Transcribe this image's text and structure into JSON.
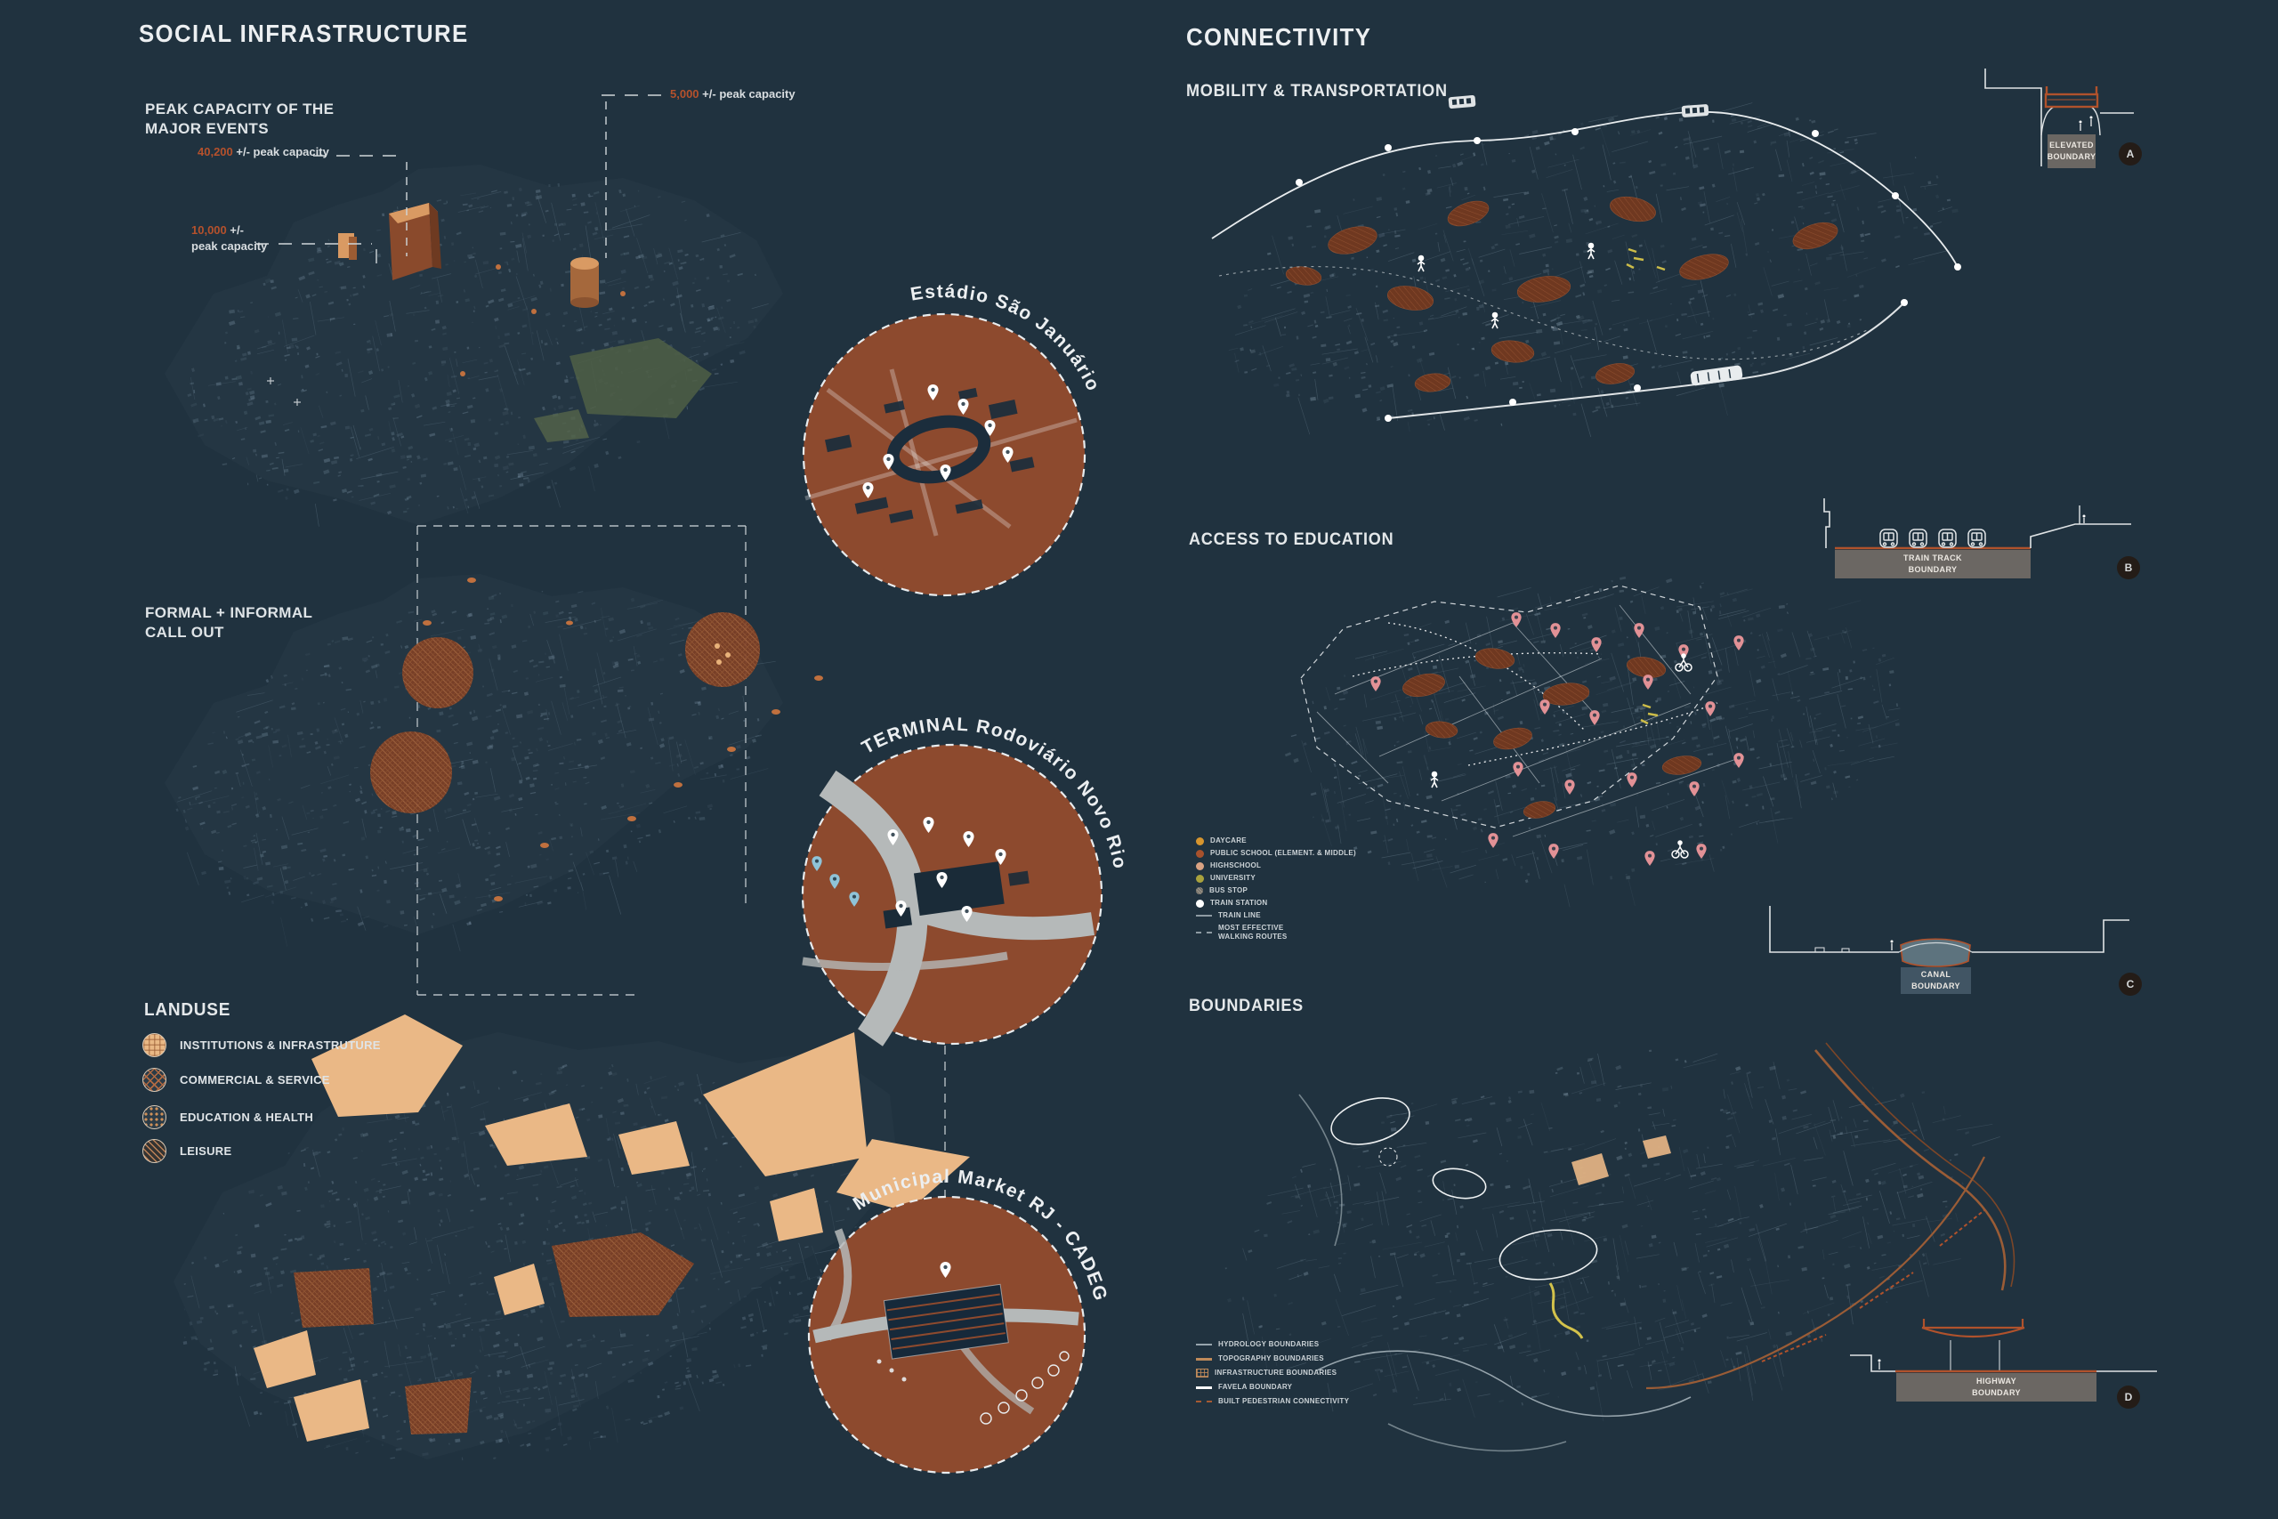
{
  "colors": {
    "background": "#20323f",
    "text": "#e6eaec",
    "accent_orange": "#b5512c",
    "callout_circle_fill": "#8d4a2e",
    "tan_landuse": "#eab886",
    "section_box_gray": "#6b6763",
    "section_box_slate": "#415564",
    "badge_background": "#241c17",
    "map_line": "#5d7484"
  },
  "social": {
    "title": "SOCIAL INFRASTRUCTURE",
    "peak_label": "PEAK CAPACITY OF THE\nMAJOR EVENTS",
    "annotations": [
      {
        "value": "40,200",
        "rest": "+/- peak capacity"
      },
      {
        "value": "10,000",
        "rest": "+/-",
        "rest2": "peak capacity"
      },
      {
        "value": "5,000",
        "rest": "+/- peak capacity"
      }
    ],
    "formal_label": "FORMAL + INFORMAL\nCALL OUT",
    "callouts": [
      {
        "title": "Estádio São Januário"
      },
      {
        "title": "TERMINAL Rodoviário Novo Rio"
      },
      {
        "title": "Municipal Market RJ - CADEG"
      }
    ],
    "landuse": {
      "title": "LANDUSE",
      "items": [
        {
          "label": "INSTITUTIONS & INFRASTRUTURE",
          "swatch": "grid-tan"
        },
        {
          "label": "COMMERCIAL & SERVICE",
          "swatch": "crosshatch"
        },
        {
          "label": "EDUCATION & HEALTH",
          "swatch": "dots"
        },
        {
          "label": "LEISURE",
          "swatch": "diagonal"
        }
      ]
    }
  },
  "connectivity": {
    "title": "CONNECTIVITY",
    "mobility_heading": "MOBILITY & TRANSPORTATION",
    "education_heading": "ACCESS TO EDUCATION",
    "boundaries_heading": "BOUNDARIES",
    "education_legend": [
      {
        "label": "DAYCARE",
        "swatch": "#d6952e"
      },
      {
        "label": "PUBLIC SCHOOL (ELEMENT. & MIDDLE)",
        "swatch": "#a8512c"
      },
      {
        "label": "HIGHSCHOOL",
        "swatch": "#d9a283"
      },
      {
        "label": "UNIVERSITY",
        "swatch": "#a9a23d"
      },
      {
        "label": "BUS STOP",
        "swatch": "#938e84"
      },
      {
        "label": "TRAIN STATION",
        "swatch": "#ffffff"
      },
      {
        "label": "TRAIN LINE",
        "swatch": "#8e9ba3"
      },
      {
        "label": "MOST EFFECTIVE\nWALKING ROUTES",
        "swatch": "#8e9ba3"
      }
    ],
    "boundaries_legend": [
      {
        "label": "HYDROLOGY BOUNDARIES",
        "swatch": "#97a5ad"
      },
      {
        "label": "TOPOGRAPHY BOUNDARIES",
        "swatch": "#bf8a5a"
      },
      {
        "label": "INFRASTRUCTURE BOUNDARIES",
        "swatch": "#bf8a5a"
      },
      {
        "label": "FAVELA BOUNDARY",
        "swatch": "#ffffff"
      },
      {
        "label": "BUILT PEDESTRIAN CONNECTIVITY",
        "swatch": "#a65a32"
      }
    ],
    "sections": [
      {
        "label": "ELEVATED\nBOUNDARY",
        "badge": "A"
      },
      {
        "label": "TRAIN TRACK\nBOUNDARY",
        "badge": "B"
      },
      {
        "label": "CANAL\nBOUNDARY",
        "badge": "C"
      },
      {
        "label": "HIGHWAY\nBOUNDARY",
        "badge": "D"
      }
    ]
  }
}
